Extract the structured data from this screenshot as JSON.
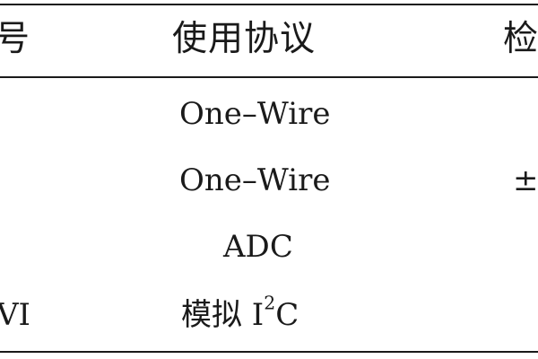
{
  "table": {
    "header": {
      "col0_fragment": "号",
      "col1": "使用协议",
      "col2_fragment": "检"
    },
    "rows": [
      {
        "col1": "One–Wire"
      },
      {
        "col1": "One–Wire",
        "col2_fragment": "±"
      },
      {
        "col1": "ADC"
      },
      {
        "col0_fragment": "VI",
        "col1_prefix": "模拟 I",
        "col1_sup": "2",
        "col1_suffix": "C"
      }
    ]
  }
}
